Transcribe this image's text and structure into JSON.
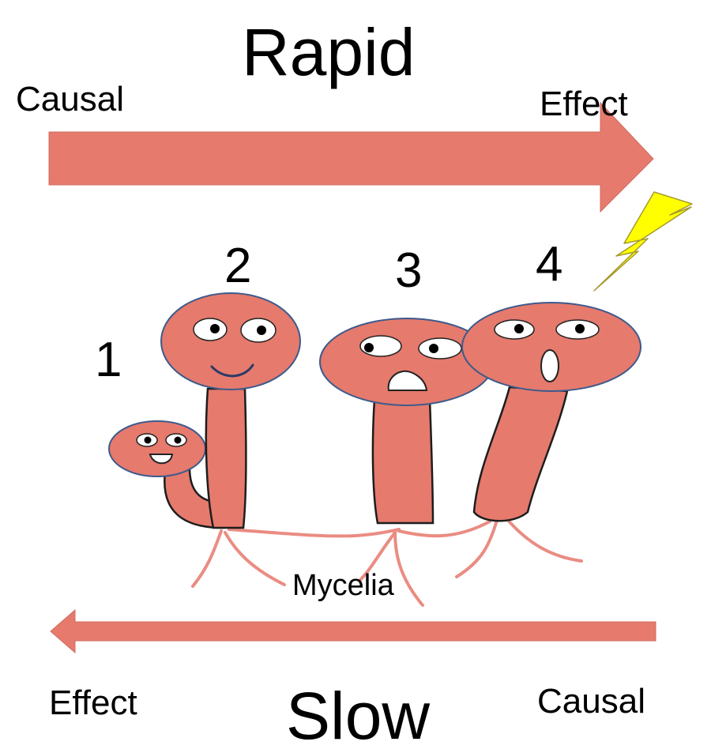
{
  "top": {
    "title": "Rapid",
    "left_label": "Causal",
    "right_label": "Effect"
  },
  "bottom": {
    "title": "Slow",
    "left_label": "Effect",
    "right_label": "Causal"
  },
  "mushrooms": [
    {
      "number": "1",
      "expression": "happy-open-mouth"
    },
    {
      "number": "2",
      "expression": "smile"
    },
    {
      "number": "3",
      "expression": "worried"
    },
    {
      "number": "4",
      "expression": "surprised"
    }
  ],
  "network_label": "Mycelia",
  "icons": {
    "lightning": "lightning-bolt-icon"
  },
  "colors": {
    "arrow": "#e57a6d",
    "mushroom": "#e57a6d",
    "outline": "#3d5a8c",
    "lightning": "#ffff00"
  }
}
